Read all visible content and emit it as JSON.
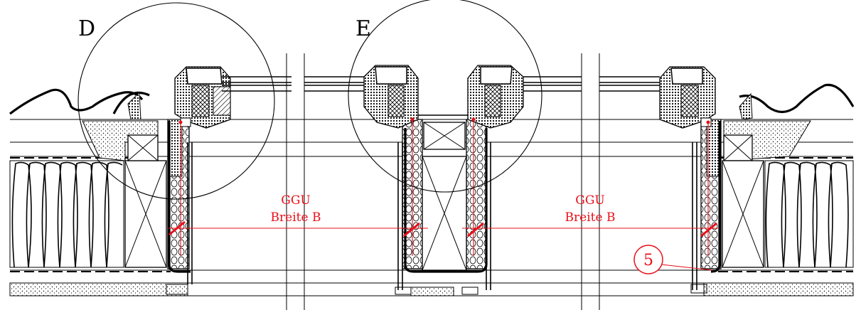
{
  "detail_labels": {
    "left": "D",
    "middle": "E"
  },
  "dimension_labels": {
    "left": {
      "line1": "GGU",
      "line2": "Breite B"
    },
    "right": {
      "line1": "GGU",
      "line2": "Breite B"
    }
  },
  "callout": {
    "number": "5"
  },
  "colors": {
    "annotation": "#e8101a",
    "linework": "#000000"
  }
}
